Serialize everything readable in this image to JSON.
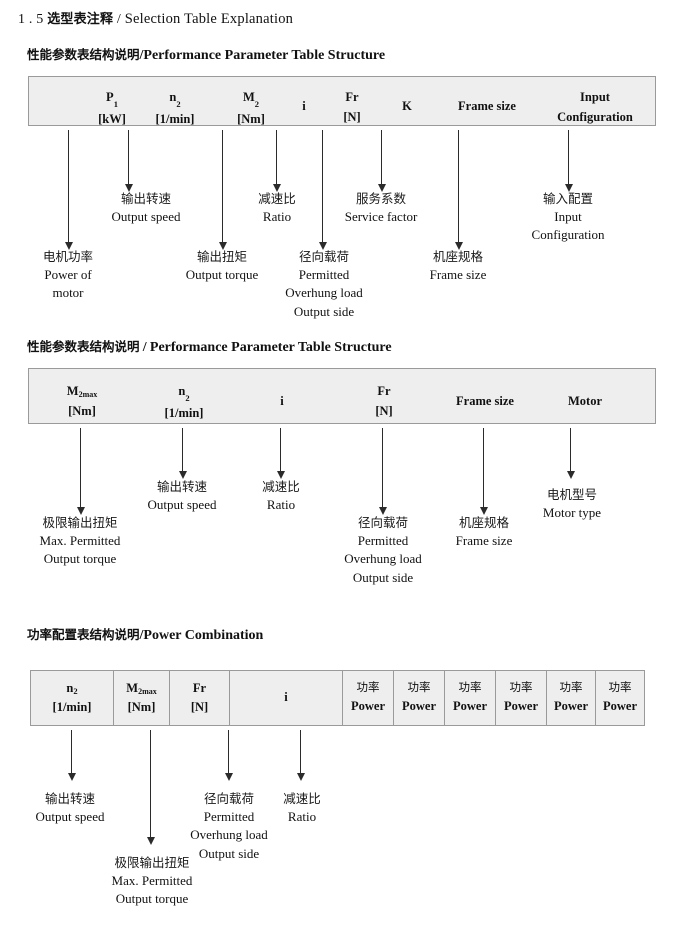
{
  "page": {
    "section_number": "1 . 5",
    "section_title_cn": "选型表注释",
    "section_sep": "/",
    "section_title_en": "Selection Table Explanation"
  },
  "sections": [
    {
      "heading_cn": "性能参数表结构说明",
      "heading_sep": "/",
      "heading_en": "Performance Parameter Table Structure",
      "table": {
        "dividers": false,
        "columns": [
          {
            "symbol": "P",
            "sub": "1",
            "unit": "[kW]"
          },
          {
            "symbol": "n",
            "sub": "2",
            "unit": "[1/min]"
          },
          {
            "symbol": "M",
            "sub": "2",
            "unit": "[Nm]"
          },
          {
            "symbol": "i",
            "sub": "",
            "unit": ""
          },
          {
            "symbol": "Fr",
            "sub": "",
            "unit": "[N]"
          },
          {
            "symbol": "K",
            "sub": "",
            "unit": ""
          },
          {
            "symbol": "Frame size",
            "sub": "",
            "unit": ""
          },
          {
            "symbol": "Input",
            "sub": "",
            "unit": "Configuration"
          }
        ]
      },
      "annotations": [
        {
          "cn": "电机功率",
          "en": [
            "Power of",
            "motor"
          ],
          "tier": "low"
        },
        {
          "cn": "输出转速",
          "en": [
            "Output speed"
          ],
          "tier": "high"
        },
        {
          "cn": "输出扭矩",
          "en": [
            "Output torque"
          ],
          "tier": "low"
        },
        {
          "cn": "减速比",
          "en": [
            "Ratio"
          ],
          "tier": "high"
        },
        {
          "cn": "径向载荷",
          "en": [
            "Permitted",
            "Overhung load",
            "Output side"
          ],
          "tier": "low"
        },
        {
          "cn": "服务系数",
          "en": [
            "Service factor"
          ],
          "tier": "high"
        },
        {
          "cn": "机座规格",
          "en": [
            "Frame size"
          ],
          "tier": "low"
        },
        {
          "cn": "输入配置",
          "en": [
            "Input",
            "Configuration"
          ],
          "tier": "high"
        }
      ]
    },
    {
      "heading_cn": "性能参数表结构说明",
      "heading_sep": "/",
      "heading_en": "Performance Parameter Table Structure",
      "table": {
        "dividers": false,
        "columns": [
          {
            "symbol": "M",
            "sub": "2max",
            "unit": "[Nm]"
          },
          {
            "symbol": "n",
            "sub": "2",
            "unit": "[1/min]"
          },
          {
            "symbol": "i",
            "sub": "",
            "unit": ""
          },
          {
            "symbol": "Fr",
            "sub": "",
            "unit": "[N]"
          },
          {
            "symbol": "Frame size",
            "sub": "",
            "unit": ""
          },
          {
            "symbol": "Motor",
            "sub": "",
            "unit": ""
          }
        ]
      },
      "annotations": [
        {
          "cn": "极限输出扭矩",
          "en": [
            "Max. Permitted",
            "Output  torque"
          ],
          "tier": "low"
        },
        {
          "cn": "输出转速",
          "en": [
            "Output speed"
          ],
          "tier": "high"
        },
        {
          "cn": "减速比",
          "en": [
            "Ratio"
          ],
          "tier": "high"
        },
        {
          "cn": "径向载荷",
          "en": [
            "Permitted",
            "Overhung load",
            "Output side"
          ],
          "tier": "low"
        },
        {
          "cn": "机座规格",
          "en": [
            "Frame size"
          ],
          "tier": "low"
        },
        {
          "cn": "电机型号",
          "en": [
            "Motor type"
          ],
          "tier": "high"
        }
      ]
    },
    {
      "heading_cn": "功率配置表结构说明",
      "heading_sep": "/",
      "heading_en": "Power Combination",
      "table": {
        "dividers": true,
        "columns": [
          {
            "symbol": "n",
            "sub": "2",
            "unit": "[1/min]"
          },
          {
            "symbol": "M",
            "sub": "2max",
            "unit": "[Nm]"
          },
          {
            "symbol": "Fr",
            "sub": "",
            "unit": "[N]"
          },
          {
            "symbol": "i",
            "sub": "",
            "unit": ""
          },
          {
            "cn": "功率",
            "en": "Power"
          },
          {
            "cn": "功率",
            "en": "Power"
          },
          {
            "cn": "功率",
            "en": "Power"
          },
          {
            "cn": "功率",
            "en": "Power"
          },
          {
            "cn": "功率",
            "en": "Power"
          },
          {
            "cn": "功率",
            "en": "Power"
          }
        ]
      },
      "annotations": [
        {
          "cn": "输出转速",
          "en": [
            "Output speed"
          ],
          "tier": "high"
        },
        {
          "cn": "极限输出扭矩",
          "en": [
            "Max. Permitted",
            "Output  torque"
          ],
          "tier": "low"
        },
        {
          "cn": "径向载荷",
          "en": [
            "Permitted",
            "Overhung load",
            "Output side"
          ],
          "tier": "high"
        },
        {
          "cn": "减速比",
          "en": [
            "Ratio"
          ],
          "tier": "high"
        }
      ]
    }
  ]
}
